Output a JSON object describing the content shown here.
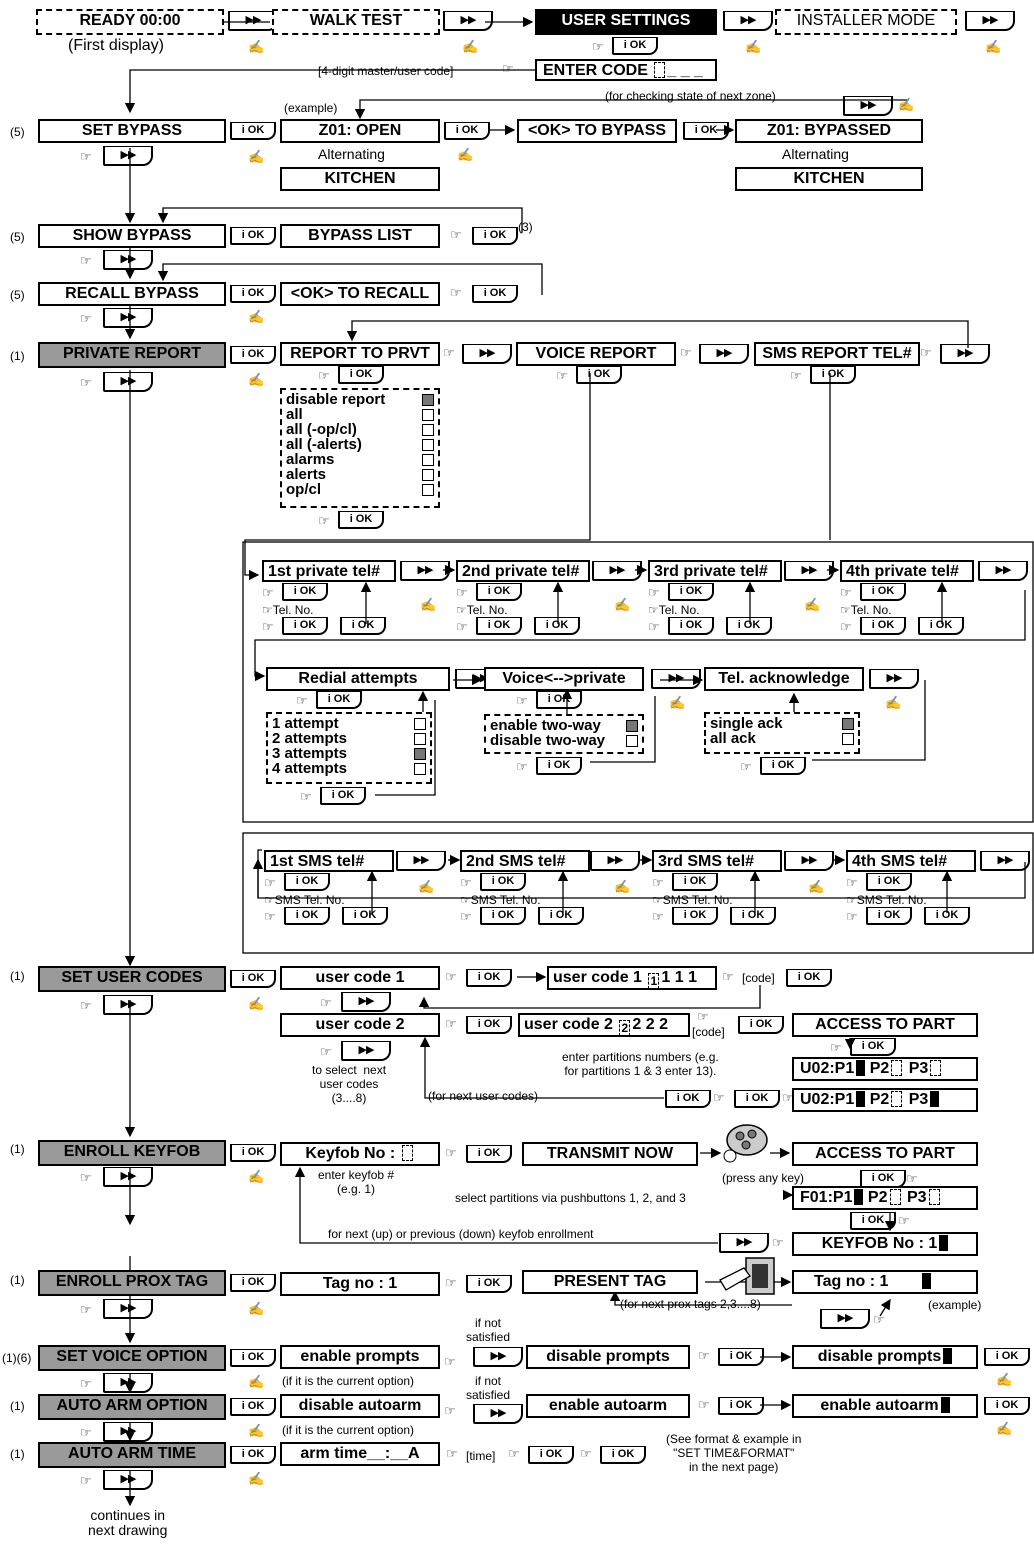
{
  "top_row": {
    "ready": "READY 00:00",
    "first_display": "(First display)",
    "walk_test": "WALK TEST",
    "user_settings": "USER SETTINGS",
    "installer_mode": "INSTALLER MODE",
    "code_hint": "[4-digit master/user code]",
    "enter_code": "ENTER CODE"
  },
  "bypass": {
    "set_bypass": "SET BYPASS",
    "example": "(example)",
    "next_zone_hint": "(for checking state of next zone)",
    "z01_open": "Z01: OPEN",
    "ok_to_bypass": "<OK> TO BYPASS",
    "z01_bypassed": "Z01: BYPASSED",
    "alternating": "Alternating",
    "kitchen": "KITCHEN",
    "show_bypass": "SHOW BYPASS",
    "bypass_list": "BYPASS LIST",
    "recall_bypass": "RECALL BYPASS",
    "ok_to_recall": "<OK> TO RECALL",
    "note3": "(3)",
    "note5": "(5)"
  },
  "private_report": {
    "title": "PRIVATE REPORT",
    "note1": "(1)",
    "report_to_prvt": "REPORT TO PRVT",
    "voice_report": "VOICE REPORT",
    "sms_report": "SMS REPORT TEL#",
    "report_options": [
      {
        "label": "disable report",
        "selected": true
      },
      {
        "label": "all",
        "selected": false
      },
      {
        "label": "all (-op/cl)",
        "selected": false
      },
      {
        "label": "all (-alerts)",
        "selected": false
      },
      {
        "label": "alarms",
        "selected": false
      },
      {
        "label": "alerts",
        "selected": false
      },
      {
        "label": "op/cl",
        "selected": false
      }
    ],
    "private_tels": [
      "1st private tel#",
      "2nd private tel#",
      "3rd private tel#",
      "4th private tel#"
    ],
    "tel_no": "Tel. No.",
    "redial": "Redial attempts",
    "redial_options": [
      {
        "label": "1 attempt",
        "selected": false
      },
      {
        "label": "2 attempts",
        "selected": false
      },
      {
        "label": "3 attempts",
        "selected": true
      },
      {
        "label": "4 attempts",
        "selected": false
      }
    ],
    "voice_private": "Voice<-->private",
    "voice_options": [
      {
        "label": "enable two-way",
        "selected": true
      },
      {
        "label": "disable two-way",
        "selected": false
      }
    ],
    "tel_ack": "Tel. acknowledge",
    "ack_options": [
      {
        "label": "single ack",
        "selected": true
      },
      {
        "label": "all ack",
        "selected": false
      }
    ],
    "sms_tels": [
      "1st SMS tel#",
      "2nd SMS tel#",
      "3rd SMS tel#",
      "4th SMS tel#"
    ],
    "sms_tel_no": "SMS Tel. No."
  },
  "user_codes": {
    "title": "SET USER CODES",
    "code1": "user code 1",
    "code1_val_a": "user code 1",
    "code1_digit": "1",
    "code1_rest": "1 1 1",
    "code_hint": "[code]",
    "code2": "user code 2",
    "code2_val_a": "user code 2",
    "code2_digit": "2",
    "code2_rest": "2 2 2",
    "access_part": "ACCESS TO PART",
    "to_select_next": "to select  next\nuser codes\n(3....8)",
    "partitions_hint": "enter partitions numbers (e.g.\nfor partitions 1 & 3 enter 13).",
    "next_user_codes": "(for next user codes)",
    "u02_a": "U02:P1",
    "u02_b": "U02:P1",
    "p2": "P2",
    "p3": "P3"
  },
  "keyfob": {
    "title": "ENROLL KEYFOB",
    "keyfob_no": "Keyfob No :",
    "enter_hint": "enter keyfob #\n(e.g. 1)",
    "transmit": "TRANSMIT NOW",
    "press_any": "(press any key)",
    "access_part": "ACCESS TO PART",
    "select_hint": "select partitions via pushbuttons 1, 2, and 3",
    "f01": "F01:P1",
    "p2": "P2",
    "p3": "P3",
    "next_prev_hint": "for next (up) or previous (down)  keyfob enrollment",
    "keyfob_no_1": "KEYFOB No : 1"
  },
  "prox": {
    "title": "ENROLL PROX TAG",
    "tag_no_1": "Tag no   : 1",
    "present": "PRESENT TAG",
    "tag_result": "Tag no   :  1",
    "example": "(example)",
    "next_tags": "(for next prox tags 2,3....8)"
  },
  "voice": {
    "title": "SET VOICE OPTION",
    "note": "(1)(6)",
    "enable": "enable prompts",
    "current_hint": "(if it is the current option)",
    "not_satisfied": "if not\nsatisfied",
    "disable": "disable prompts",
    "disable_res": "disable prompts"
  },
  "autoarm": {
    "title": "AUTO ARM OPTION",
    "disable": "disable autoarm",
    "current_hint": "(if it is the current option)",
    "not_satisfied": "if not\nsatisfied",
    "enable": "enable autoarm",
    "enable_res": "enable autoarm"
  },
  "arm_time": {
    "title": "AUTO ARM TIME",
    "value": "arm time__:__A",
    "time_hint": "[time]",
    "see_format": "(See format & example in\n\"SET TIME&FORMAT\"\nin the next page)",
    "continues": "continues in\nnext drawing"
  },
  "keys": {
    "next": "▶▶",
    "ok": "i OK",
    "press_icon": "☞",
    "hand_icon": "✍"
  }
}
